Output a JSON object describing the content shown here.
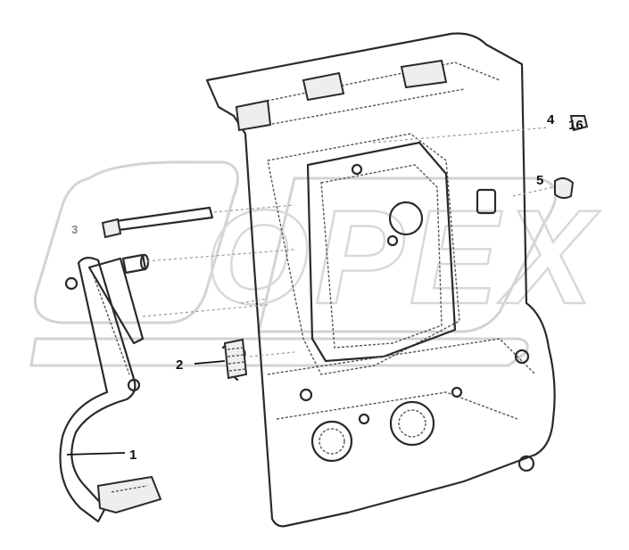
{
  "callouts": [
    {
      "id": "1",
      "label": "1"
    },
    {
      "id": "2",
      "label": "2"
    },
    {
      "id": "3",
      "label": "3"
    },
    {
      "id": "4",
      "label": "4"
    },
    {
      "id": "16",
      "label": "16"
    },
    {
      "id": "5",
      "label": "5"
    }
  ],
  "watermark": {
    "text": "OPEX"
  },
  "colors": {
    "line": "#2a2a2a",
    "leader": "#9a9a9a",
    "watermark": "#cfcfcf"
  }
}
